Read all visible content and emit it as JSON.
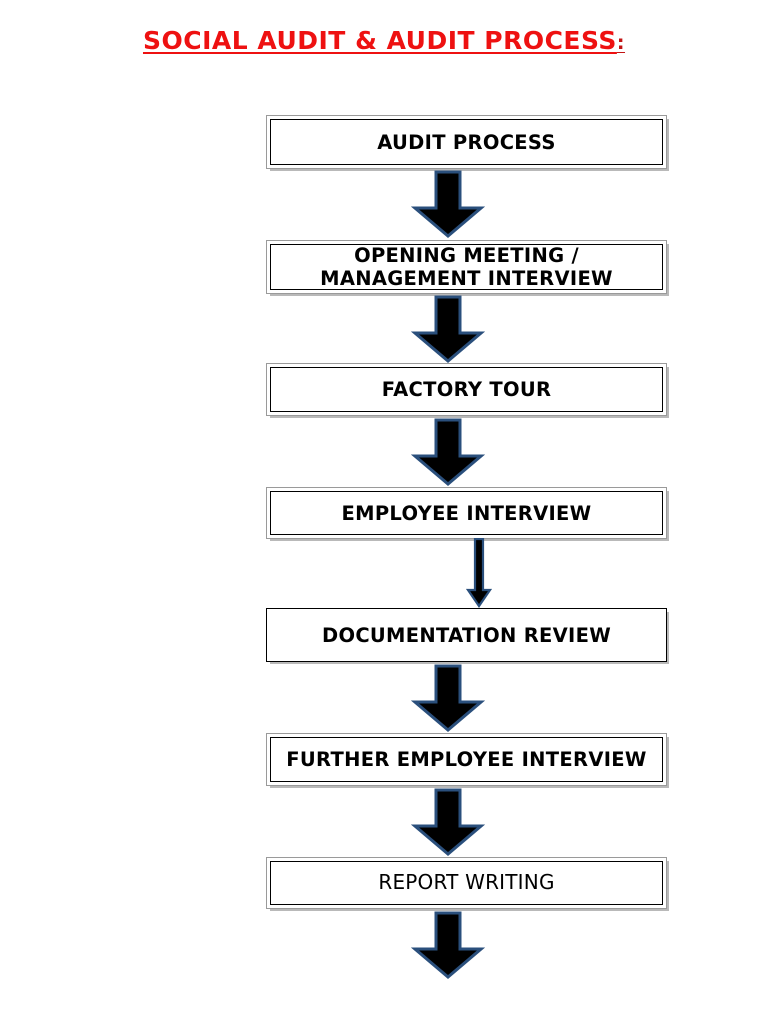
{
  "document": {
    "title_main": "SOCIAL AUDIT & AUDIT PROCESS",
    "title_colon": ":",
    "title_color": "#ee1111"
  },
  "flowchart": {
    "type": "flowchart",
    "orientation": "vertical",
    "nodes": [
      {
        "id": "audit-process",
        "label": "AUDIT PROCESS",
        "border": "double",
        "bold": true
      },
      {
        "id": "opening-meeting",
        "label": "OPENING MEETING /\nMANAGEMENT INTERVIEW",
        "border": "double",
        "bold": true
      },
      {
        "id": "factory-tour",
        "label": "FACTORY TOUR",
        "border": "double",
        "bold": true
      },
      {
        "id": "employee-interview",
        "label": "EMPLOYEE INTERVIEW",
        "border": "double",
        "bold": true
      },
      {
        "id": "documentation-review",
        "label": "DOCUMENTATION REVIEW",
        "border": "single",
        "bold": true
      },
      {
        "id": "further-employee-interview",
        "label": "FURTHER EMPLOYEE INTERVIEW",
        "border": "double",
        "bold": true
      },
      {
        "id": "report-writing",
        "label": "REPORT WRITING",
        "border": "double",
        "bold": false
      }
    ],
    "connectors": [
      {
        "id": "arrow-1",
        "from": "audit-process",
        "to": "opening-meeting",
        "style": "block"
      },
      {
        "id": "arrow-2",
        "from": "opening-meeting",
        "to": "factory-tour",
        "style": "block"
      },
      {
        "id": "arrow-3",
        "from": "factory-tour",
        "to": "employee-interview",
        "style": "block"
      },
      {
        "id": "arrow-4",
        "from": "employee-interview",
        "to": "documentation-review",
        "style": "thin-line"
      },
      {
        "id": "arrow-5",
        "from": "documentation-review",
        "to": "further-employee-interview",
        "style": "block"
      },
      {
        "id": "arrow-6",
        "from": "further-employee-interview",
        "to": "report-writing",
        "style": "block"
      },
      {
        "id": "arrow-7",
        "from": "report-writing",
        "to": "",
        "style": "block"
      }
    ],
    "arrow_fill": "#000000",
    "arrow_outline": "#2a4f7c"
  }
}
